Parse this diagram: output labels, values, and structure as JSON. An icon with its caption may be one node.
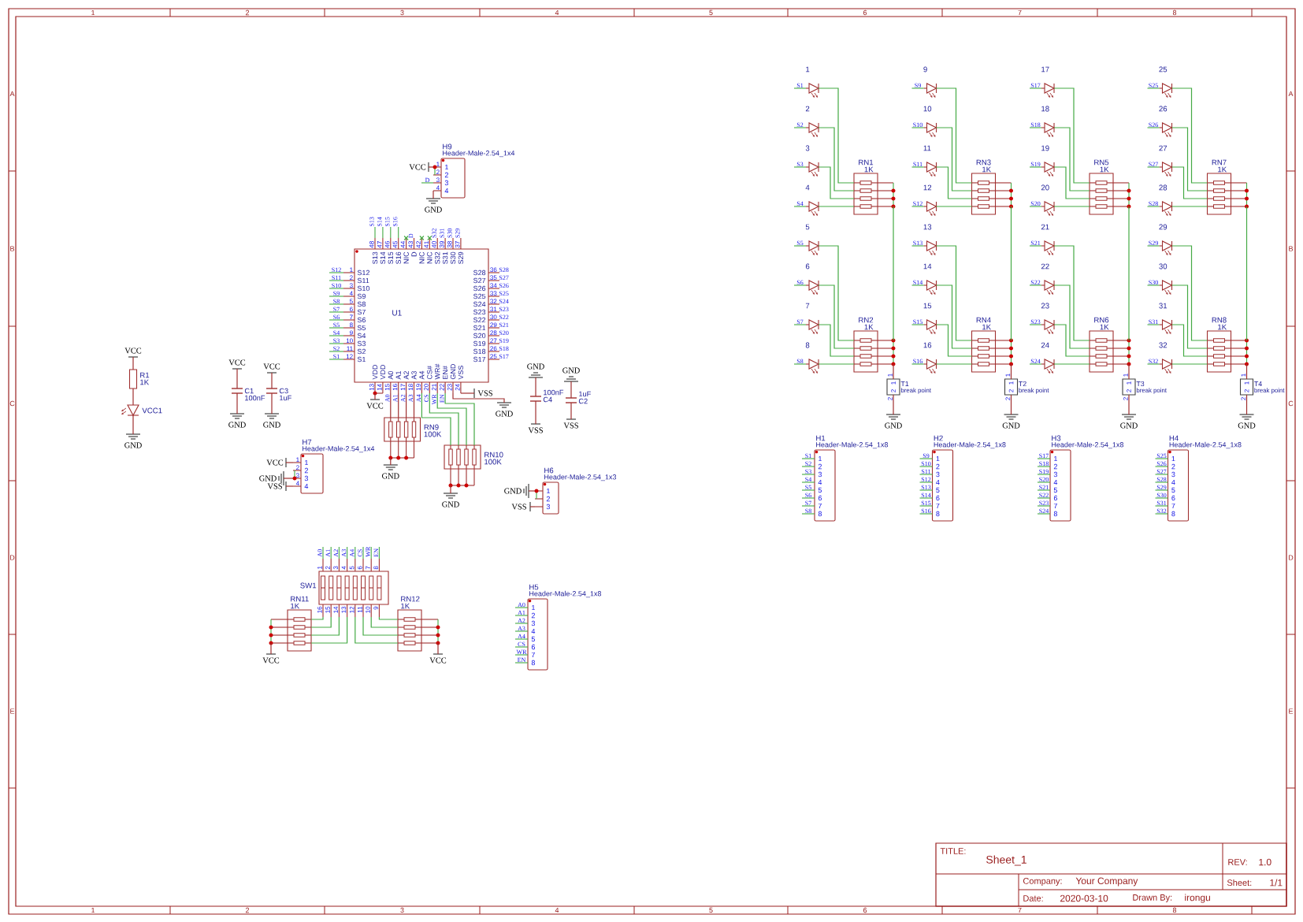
{
  "diagram": {
    "nodes": [
      {
        "text": [
          "H9",
          "Header-Male-2.54_1x4",
          "1",
          "2",
          "3",
          "4"
        ],
        "beside": [
          "1",
          "2",
          "3",
          "4",
          "D"
        ]
      },
      {
        "text": [
          "VCC"
        ]
      },
      {
        "text": [
          "GND"
        ]
      },
      {
        "text": [
          "U1",
          "S12",
          "S11",
          "S10",
          "S9",
          "S8",
          "S7",
          "S6",
          "S5",
          "S4",
          "S3",
          "S2",
          "S1",
          "S28",
          "S27",
          "S26",
          "S25",
          "S24",
          "S23",
          "S22",
          "S21",
          "S20",
          "S19",
          "S18",
          "S17",
          "S13",
          "S14",
          "S15",
          "S16",
          "NIC",
          "D",
          "NIC",
          "NIC",
          "S32",
          "S31",
          "S30",
          "S29",
          "VDD",
          "VDD",
          "A0",
          "A1",
          "A2",
          "A3",
          "A4",
          "CS#",
          "WR#",
          "EN#",
          "GND",
          "VSS"
        ],
        "beside": [
          "1",
          "2",
          "3",
          "4",
          "5",
          "6",
          "7",
          "8",
          "9",
          "10",
          "11",
          "12",
          "36",
          "35",
          "34",
          "33",
          "32",
          "31",
          "30",
          "29",
          "28",
          "27",
          "26",
          "25",
          "48",
          "47",
          "46",
          "45",
          "44",
          "43",
          "42",
          "41",
          "40",
          "39",
          "38",
          "37",
          "13",
          "14",
          "15",
          "16",
          "17",
          "18",
          "19",
          "20",
          "21",
          "22",
          "23",
          "24",
          "S12",
          "S11",
          "S10",
          "S9",
          "S8",
          "S7",
          "S6",
          "S5",
          "S4",
          "S3",
          "S2",
          "S1",
          "S28",
          "S27",
          "S26",
          "S25",
          "S24",
          "S23",
          "S22",
          "S21",
          "S20",
          "S19",
          "S18",
          "S17",
          "S13",
          "S14",
          "S15",
          "S16",
          "D",
          "S32",
          "S31",
          "S30",
          "S29",
          "A0",
          "A1",
          "A2",
          "A3",
          "A4",
          "CS",
          "WR",
          "EN"
        ]
      },
      {
        "text": [
          "VCC"
        ]
      },
      {
        "text": [
          "GND"
        ]
      },
      {
        "text": [
          "VSS"
        ]
      },
      {
        "text": [
          "RN9",
          "100K"
        ]
      },
      {
        "text": [
          "GND"
        ]
      },
      {
        "text": [
          "RN10",
          "100K"
        ]
      },
      {
        "text": [
          "GND"
        ]
      },
      {
        "text": [
          "VCC"
        ]
      },
      {
        "text": [
          "R1",
          "1K"
        ]
      },
      {
        "text": [
          "VCC1"
        ]
      },
      {
        "text": [
          "GND"
        ]
      },
      {
        "text": [
          "VCC"
        ]
      },
      {
        "text": [
          "C1",
          "100nF"
        ]
      },
      {
        "text": [
          "GND"
        ]
      },
      {
        "text": [
          "VCC"
        ]
      },
      {
        "text": [
          "C3",
          "1uF"
        ]
      },
      {
        "text": [
          "GND"
        ]
      },
      {
        "text": [
          "GND"
        ]
      },
      {
        "text": [
          "100nF",
          "C4"
        ]
      },
      {
        "text": [
          "VSS"
        ]
      },
      {
        "text": [
          "GND"
        ]
      },
      {
        "text": [
          "1uF",
          "C2"
        ]
      },
      {
        "text": [
          "VSS"
        ]
      },
      {
        "text": [
          "H7",
          "Header-Male-2.54_1x4",
          "1",
          "2",
          "3",
          "4"
        ],
        "beside": [
          "1",
          "2",
          "3",
          "4"
        ]
      },
      {
        "text": [
          "VCC"
        ]
      },
      {
        "text": [
          "GND"
        ]
      },
      {
        "text": [
          "VSS"
        ]
      },
      {
        "text": [
          "H6",
          "Header-Male-2.54_1x3",
          "1",
          "2",
          "3"
        ]
      },
      {
        "text": [
          "GND"
        ]
      },
      {
        "text": [
          "VSS"
        ]
      },
      {
        "text": [
          "SW1",
          "1",
          "2",
          "3",
          "4",
          "5",
          "6",
          "7",
          "8",
          "16",
          "15",
          "14",
          "13",
          "12",
          "11",
          "10",
          "9",
          "A0",
          "A1",
          "A2",
          "A3",
          "A4",
          "CS",
          "WR",
          "EN"
        ]
      },
      {
        "text": [
          "RN11",
          "1K"
        ]
      },
      {
        "text": [
          "RN12",
          "1K"
        ]
      },
      {
        "text": [
          "VCC"
        ]
      },
      {
        "text": [
          "VCC"
        ]
      },
      {
        "text": [
          "H5",
          "Header-Male-2.54_1x8",
          "1",
          "2",
          "3",
          "4",
          "5",
          "6",
          "7",
          "8"
        ],
        "beside": [
          "A0",
          "A1",
          "A2",
          "A3",
          "A4",
          "CS",
          "WR",
          "EN"
        ]
      },
      {
        "text": [
          "1",
          "S1"
        ]
      },
      {
        "text": [
          "2",
          "S2"
        ]
      },
      {
        "text": [
          "3",
          "S3"
        ]
      },
      {
        "text": [
          "4",
          "S4"
        ]
      },
      {
        "text": [
          "5",
          "S5"
        ]
      },
      {
        "text": [
          "6",
          "S6"
        ]
      },
      {
        "text": [
          "7",
          "S7"
        ]
      },
      {
        "text": [
          "8",
          "S8"
        ]
      },
      {
        "text": [
          "9",
          "S9"
        ]
      },
      {
        "text": [
          "10",
          "S10"
        ]
      },
      {
        "text": [
          "11",
          "S11"
        ]
      },
      {
        "text": [
          "12",
          "S12"
        ]
      },
      {
        "text": [
          "13",
          "S13"
        ]
      },
      {
        "text": [
          "14",
          "S14"
        ]
      },
      {
        "text": [
          "15",
          "S15"
        ]
      },
      {
        "text": [
          "16",
          "S16"
        ]
      },
      {
        "text": [
          "17",
          "S17"
        ]
      },
      {
        "text": [
          "18",
          "S18"
        ]
      },
      {
        "text": [
          "19",
          "S19"
        ]
      },
      {
        "text": [
          "20",
          "S20"
        ]
      },
      {
        "text": [
          "21",
          "S21"
        ]
      },
      {
        "text": [
          "22",
          "S22"
        ]
      },
      {
        "text": [
          "23",
          "S23"
        ]
      },
      {
        "text": [
          "24",
          "S24"
        ]
      },
      {
        "text": [
          "25",
          "S25"
        ]
      },
      {
        "text": [
          "26",
          "S26"
        ]
      },
      {
        "text": [
          "27",
          "S27"
        ]
      },
      {
        "text": [
          "28",
          "S28"
        ]
      },
      {
        "text": [
          "29",
          "S29"
        ]
      },
      {
        "text": [
          "30",
          "S30"
        ]
      },
      {
        "text": [
          "31",
          "S31"
        ]
      },
      {
        "text": [
          "32",
          "S32"
        ]
      },
      {
        "text": [
          "RN1",
          "1K"
        ]
      },
      {
        "text": [
          "RN2",
          "1K"
        ]
      },
      {
        "text": [
          "RN3",
          "1K"
        ]
      },
      {
        "text": [
          "RN4",
          "1K"
        ]
      },
      {
        "text": [
          "RN5",
          "1K"
        ]
      },
      {
        "text": [
          "RN6",
          "1K"
        ]
      },
      {
        "text": [
          "RN7",
          "1K"
        ]
      },
      {
        "text": [
          "RN8",
          "1K"
        ]
      },
      {
        "text": [
          "1",
          "2",
          "T1",
          "break point"
        ],
        "beside": [
          "1",
          "2"
        ]
      },
      {
        "text": [
          "1",
          "2",
          "T2",
          "break point"
        ],
        "beside": [
          "1",
          "2"
        ]
      },
      {
        "text": [
          "1",
          "2",
          "T3",
          "break point"
        ],
        "beside": [
          "1",
          "2"
        ]
      },
      {
        "text": [
          "1",
          "2",
          "T4",
          "break point"
        ],
        "beside": [
          "1",
          "2"
        ]
      },
      {
        "text": [
          "GND"
        ]
      },
      {
        "text": [
          "GND"
        ]
      },
      {
        "text": [
          "GND"
        ]
      },
      {
        "text": [
          "GND"
        ]
      },
      {
        "text": [
          "H1",
          "Header-Male-2.54_1x8",
          "1",
          "2",
          "3",
          "4",
          "5",
          "6",
          "7",
          "8"
        ],
        "beside": [
          "S1",
          "S2",
          "S3",
          "S4",
          "S5",
          "S6",
          "S7",
          "S8"
        ]
      },
      {
        "text": [
          "H2",
          "Header-Male-2.54_1x8",
          "1",
          "2",
          "3",
          "4",
          "5",
          "6",
          "7",
          "8"
        ],
        "beside": [
          "S9",
          "S10",
          "S11",
          "S12",
          "S13",
          "S14",
          "S15",
          "S16"
        ]
      },
      {
        "text": [
          "H3",
          "Header-Male-2.54_1x8",
          "1",
          "2",
          "3",
          "4",
          "5",
          "6",
          "7",
          "8"
        ],
        "beside": [
          "S17",
          "S18",
          "S19",
          "S20",
          "S21",
          "S22",
          "S23",
          "S24"
        ]
      },
      {
        "text": [
          "H4",
          "Header-Male-2.54_1x8",
          "1",
          "2",
          "3",
          "4",
          "5",
          "6",
          "7",
          "8"
        ],
        "beside": [
          "S25",
          "S26",
          "S27",
          "S28",
          "S29",
          "S30",
          "S31",
          "S32"
        ]
      }
    ],
    "edges": [
      {
        "from": 0,
        "to": 1,
        "arrow": "none",
        "color": "#a03030"
      },
      {
        "from": 0,
        "to": 2,
        "arrow": "none",
        "color": "#a03030"
      },
      {
        "from": 3,
        "to": 4,
        "arrow": "none",
        "color": "#a03030"
      },
      {
        "from": 3,
        "to": 5,
        "arrow": "none",
        "color": "#a03030"
      },
      {
        "from": 3,
        "to": 6,
        "arrow": "none",
        "color": "#a03030"
      },
      {
        "from": 3,
        "to": 7,
        "arrow": "none",
        "color": "#a03030"
      },
      {
        "from": 3,
        "to": 7,
        "arrow": "none",
        "color": "#a03030"
      },
      {
        "from": 3,
        "to": 7,
        "arrow": "none",
        "color": "#a03030"
      },
      {
        "from": 3,
        "to": 7,
        "arrow": "none",
        "color": "#a03030"
      },
      {
        "from": 3,
        "to": 9,
        "arrow": "none"
      },
      {
        "from": 3,
        "to": 9,
        "arrow": "none"
      },
      {
        "from": 3,
        "to": 9,
        "arrow": "none"
      },
      {
        "from": 3,
        "to": 9,
        "arrow": "none"
      },
      {
        "from": 7,
        "to": 8,
        "arrow": "none",
        "color": "#a03030"
      },
      {
        "from": 9,
        "to": 10,
        "arrow": "none",
        "color": "#a03030"
      },
      {
        "from": 11,
        "to": 12,
        "arrow": "none",
        "color": "#a03030"
      },
      {
        "from": 12,
        "to": 13,
        "arrow": "none",
        "color": "#a03030"
      },
      {
        "from": 13,
        "to": 14,
        "arrow": "none",
        "color": "#a03030"
      },
      {
        "from": 15,
        "to": 16,
        "arrow": "none",
        "color": "#a03030"
      },
      {
        "from": 16,
        "to": 17,
        "arrow": "none",
        "color": "#a03030"
      },
      {
        "from": 18,
        "to": 19,
        "arrow": "none",
        "color": "#a03030"
      },
      {
        "from": 19,
        "to": 20,
        "arrow": "none",
        "color": "#a03030"
      },
      {
        "from": 21,
        "to": 22,
        "arrow": "none",
        "color": "#a03030"
      },
      {
        "from": 22,
        "to": 23,
        "arrow": "none",
        "color": "#a03030"
      },
      {
        "from": 24,
        "to": 25,
        "arrow": "none",
        "color": "#a03030"
      },
      {
        "from": 25,
        "to": 26,
        "arrow": "none",
        "color": "#a03030"
      },
      {
        "from": 27,
        "to": 28,
        "arrow": "none",
        "color": "#a03030"
      },
      {
        "from": 27,
        "to": 29,
        "arrow": "none",
        "color": "#a03030"
      },
      {
        "from": 27,
        "to": 30,
        "arrow": "none",
        "color": "#a03030"
      },
      {
        "from": 31,
        "to": 32,
        "arrow": "none",
        "color": "#a03030"
      },
      {
        "from": 31,
        "to": 33,
        "arrow": "none",
        "color": "#a03030"
      },
      {
        "from": 34,
        "to": 35,
        "arrow": "none"
      },
      {
        "from": 34,
        "to": 35,
        "arrow": "none"
      },
      {
        "from": 34,
        "to": 35,
        "arrow": "none"
      },
      {
        "from": 34,
        "to": 35,
        "arrow": "none"
      },
      {
        "from": 34,
        "to": 36,
        "arrow": "none"
      },
      {
        "from": 34,
        "to": 36,
        "arrow": "none"
      },
      {
        "from": 34,
        "to": 36,
        "arrow": "none"
      },
      {
        "from": 34,
        "to": 36,
        "arrow": "none"
      },
      {
        "from": 35,
        "to": 37,
        "arrow": "none",
        "color": "#a03030"
      },
      {
        "from": 36,
        "to": 38,
        "arrow": "none",
        "color": "#a03030"
      },
      {
        "from": 40,
        "to": 72,
        "arrow": "none"
      },
      {
        "from": 41,
        "to": 72,
        "arrow": "none"
      },
      {
        "from": 42,
        "to": 72,
        "arrow": "none"
      },
      {
        "from": 43,
        "to": 72,
        "arrow": "none"
      },
      {
        "from": 44,
        "to": 73,
        "arrow": "none"
      },
      {
        "from": 45,
        "to": 73,
        "arrow": "none"
      },
      {
        "from": 46,
        "to": 73,
        "arrow": "none"
      },
      {
        "from": 47,
        "to": 73,
        "arrow": "none"
      },
      {
        "from": 48,
        "to": 74,
        "arrow": "none"
      },
      {
        "from": 49,
        "to": 74,
        "arrow": "none"
      },
      {
        "from": 50,
        "to": 74,
        "arrow": "none"
      },
      {
        "from": 51,
        "to": 74,
        "arrow": "none"
      },
      {
        "from": 52,
        "to": 75,
        "arrow": "none"
      },
      {
        "from": 53,
        "to": 75,
        "arrow": "none"
      },
      {
        "from": 54,
        "to": 75,
        "arrow": "none"
      },
      {
        "from": 55,
        "to": 75,
        "arrow": "none"
      },
      {
        "from": 56,
        "to": 76,
        "arrow": "none"
      },
      {
        "from": 57,
        "to": 76,
        "arrow": "none"
      },
      {
        "from": 58,
        "to": 76,
        "arrow": "none"
      },
      {
        "from": 59,
        "to": 76,
        "arrow": "none"
      },
      {
        "from": 60,
        "to": 77,
        "arrow": "none"
      },
      {
        "from": 61,
        "to": 77,
        "arrow": "none"
      },
      {
        "from": 62,
        "to": 77,
        "arrow": "none"
      },
      {
        "from": 63,
        "to": 77,
        "arrow": "none"
      },
      {
        "from": 64,
        "to": 78,
        "arrow": "none"
      },
      {
        "from": 65,
        "to": 78,
        "arrow": "none"
      },
      {
        "from": 66,
        "to": 78,
        "arrow": "none"
      },
      {
        "from": 67,
        "to": 78,
        "arrow": "none"
      },
      {
        "from": 68,
        "to": 79,
        "arrow": "none"
      },
      {
        "from": 69,
        "to": 79,
        "arrow": "none"
      },
      {
        "from": 70,
        "to": 79,
        "arrow": "none"
      },
      {
        "from": 71,
        "to": 79,
        "arrow": "none"
      },
      {
        "from": 72,
        "to": 73,
        "arrow": "none"
      },
      {
        "from": 73,
        "to": 80,
        "arrow": "none",
        "color": "#a03030"
      },
      {
        "from": 74,
        "to": 75,
        "arrow": "none"
      },
      {
        "from": 75,
        "to": 81,
        "arrow": "none",
        "color": "#a03030"
      },
      {
        "from": 76,
        "to": 77,
        "arrow": "none"
      },
      {
        "from": 77,
        "to": 82,
        "arrow": "none",
        "color": "#a03030"
      },
      {
        "from": 78,
        "to": 79,
        "arrow": "none"
      },
      {
        "from": 79,
        "to": 83,
        "arrow": "none",
        "color": "#a03030"
      },
      {
        "from": 80,
        "to": 84,
        "arrow": "none",
        "color": "#a03030"
      },
      {
        "from": 81,
        "to": 85,
        "arrow": "none",
        "color": "#a03030"
      },
      {
        "from": 82,
        "to": 86,
        "arrow": "none",
        "color": "#a03030"
      },
      {
        "from": 83,
        "to": 87,
        "arrow": "none",
        "color": "#a03030"
      }
    ],
    "labels": [
      "1",
      "2",
      "3",
      "4",
      "5",
      "6",
      "7",
      "8",
      "A",
      "A",
      "B",
      "B",
      "C",
      "C",
      "D",
      "D",
      "E",
      "E",
      "1",
      "2",
      "3",
      "4",
      "5",
      "6",
      "7",
      "8",
      "TITLE:",
      "Sheet_1",
      "REV:",
      "1.0",
      "Company:",
      "Your Company",
      "Sheet:",
      "1/1",
      "Date:",
      "2020-03-10",
      "Drawn By:",
      "irongu"
    ]
  }
}
